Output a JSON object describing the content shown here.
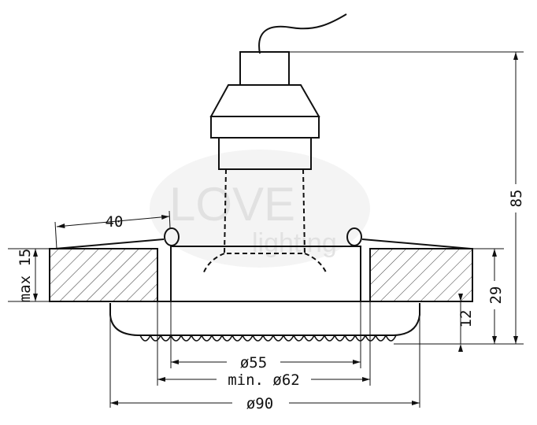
{
  "watermark": {
    "logo_text_1": "LOVE",
    "logo_text_2": "lighting"
  },
  "dimensions": {
    "height_total": "85",
    "spring_length": "40",
    "ceiling_thickness": "max 15",
    "recess_depth": "29",
    "visible_height": "12",
    "diameter_body": "ø55",
    "cutout": "min. ø62",
    "diameter_outer": "ø90"
  }
}
